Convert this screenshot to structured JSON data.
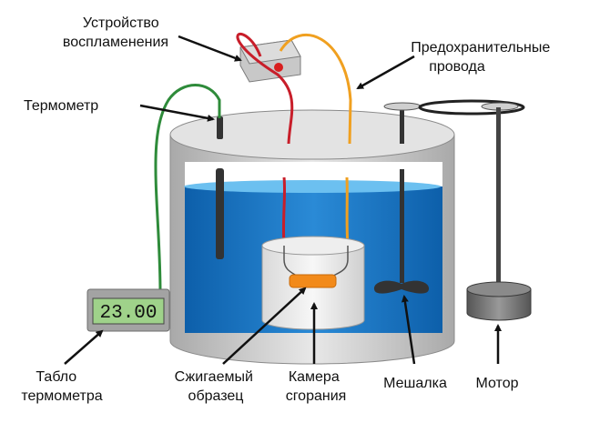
{
  "labels": {
    "igniter": [
      "Устройство",
      "воспламенения"
    ],
    "fuse_wires": [
      "Предохранительные",
      "провода"
    ],
    "thermometer": "Термометр",
    "display": [
      "Табло",
      "термометра"
    ],
    "sample": [
      "Сжигаемый",
      "образец"
    ],
    "chamber": [
      "Камера",
      "сгорания"
    ],
    "stirrer": "Мешалка",
    "motor": "Мотор"
  },
  "display_reading": "23.00",
  "colors": {
    "water": "#1e78c8",
    "water_top": "#6cc0f0",
    "vessel": "#d6d6d6",
    "wire_red": "#c81e2a",
    "wire_orange": "#f0a020",
    "thermometer_cable": "#2e8b3a",
    "sample": "#f28a1a",
    "display_screen": "#9fd28a"
  }
}
